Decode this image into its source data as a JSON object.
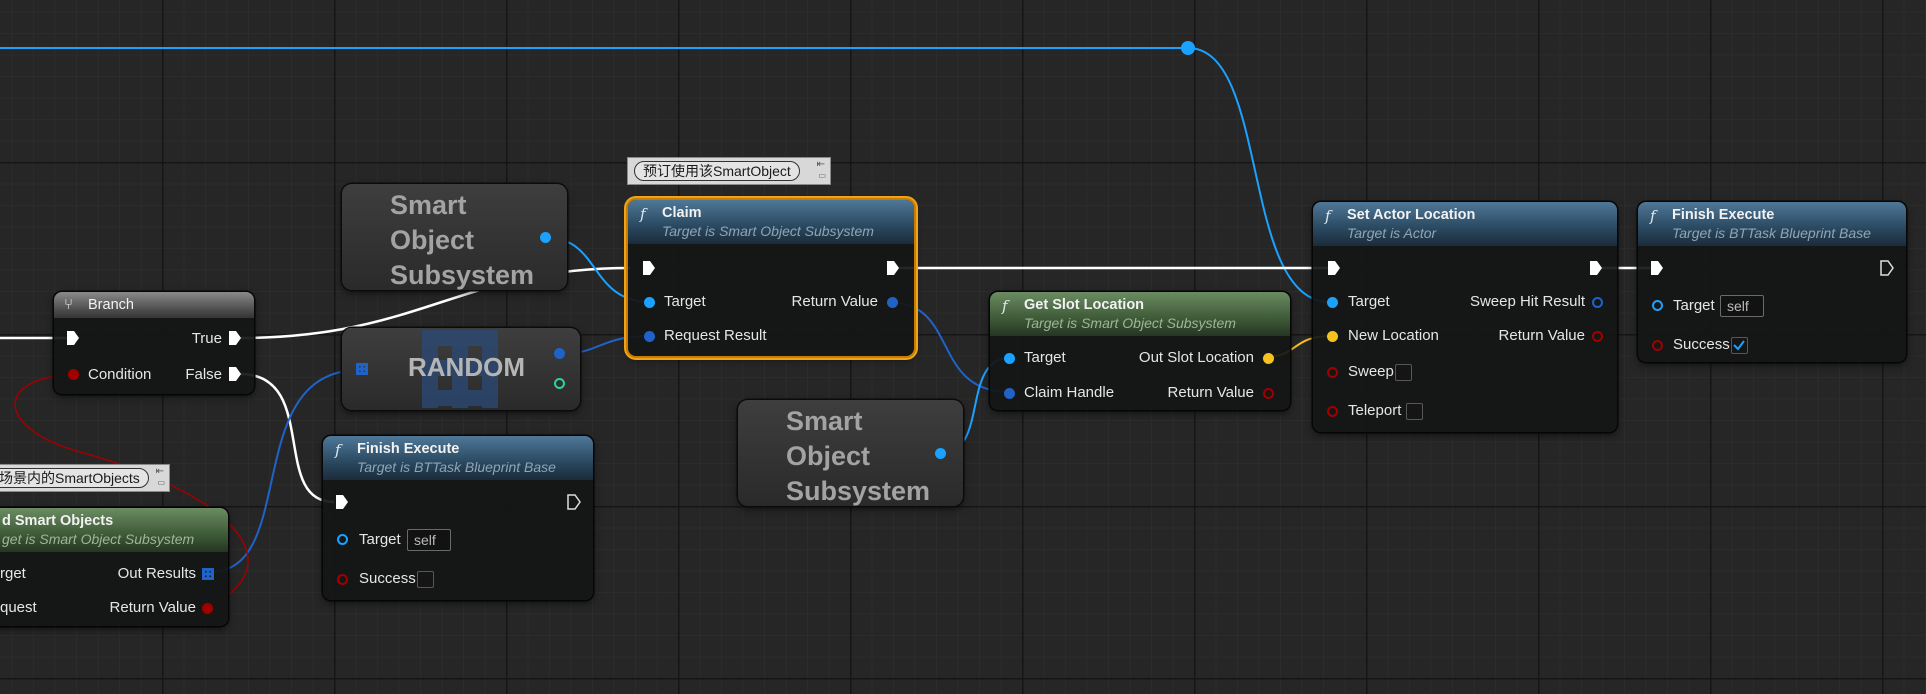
{
  "colors": {
    "exec": "#ffffff",
    "object": "#1ba1ff",
    "struct": "#1f63c9",
    "vector": "#f7c21c",
    "bool": "#a10000",
    "hit_result": "#1f63c9",
    "wildcard": "#2ad49c",
    "accent_selected": "#f0a21a"
  },
  "comments": {
    "claim": "预订使用该SmartObject",
    "find": "场景内的SmartObjects"
  },
  "branch": {
    "title": "Branch",
    "icon": "branch-icon",
    "true_label": "True",
    "condition_label": "Condition",
    "false_label": "False"
  },
  "smart_object_subsystem_1": {
    "line1": "Smart",
    "line2": "Object",
    "line3": "Subsystem"
  },
  "smart_object_subsystem_2": {
    "line1": "Smart",
    "line2": "Object",
    "line3": "Subsystem"
  },
  "random": {
    "label": "RANDOM"
  },
  "claim": {
    "title": "Claim",
    "subtitle": "Target is Smart Object Subsystem",
    "target": "Target",
    "return_value": "Return Value",
    "request_result": "Request Result"
  },
  "finish_execute_1": {
    "title": "Finish Execute",
    "subtitle": "Target is BTTask Blueprint Base",
    "target": "Target",
    "target_value": "self",
    "success": "Success",
    "success_checked": false
  },
  "find_smart_objects": {
    "title": "d Smart Objects",
    "subtitle": "get is Smart Object Subsystem",
    "target": "rget",
    "out_results": "Out Results",
    "request": "quest",
    "return_value": "Return Value"
  },
  "get_slot_location": {
    "title": "Get Slot Location",
    "subtitle": "Target is Smart Object Subsystem",
    "target": "Target",
    "out_slot_location": "Out Slot Location",
    "claim_handle": "Claim Handle",
    "return_value": "Return Value"
  },
  "set_actor_location": {
    "title": "Set Actor Location",
    "subtitle": "Target is Actor",
    "target": "Target",
    "sweep_hit_result": "Sweep Hit Result",
    "new_location": "New Location",
    "return_value": "Return Value",
    "sweep": "Sweep",
    "teleport": "Teleport",
    "sweep_checked": false,
    "teleport_checked": false
  },
  "finish_execute_2": {
    "title": "Finish Execute",
    "subtitle": "Target is BTTask Blueprint Base",
    "target": "Target",
    "target_value": "self",
    "success": "Success",
    "success_checked": true
  }
}
